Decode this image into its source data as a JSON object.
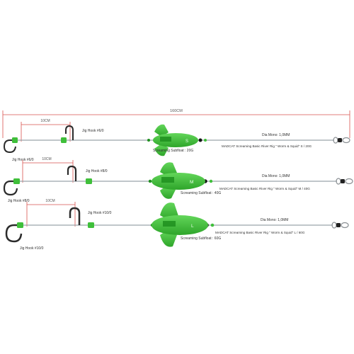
{
  "overall_length": "160CM",
  "colors": {
    "red_dim": "#d9534f",
    "line": "#9aa4aa",
    "green": "#3fbf3a",
    "green_dark": "#1f8f1f",
    "hook": "#2b2b2b"
  },
  "rigs": [
    {
      "size_letter": "S",
      "hook_spacing": "10CM",
      "hook_top": "Jig Hook #6/0",
      "hook_bottom": "Jig Hook #6/0",
      "float_label": "Screaming Subfloat : 20G",
      "mono_label": "Dia Mono: 1,0MM",
      "product_label": "MADCAT Screaming Basic River Rig \" Worm & Squid\" S / 20G"
    },
    {
      "size_letter": "M",
      "hook_spacing": "10CM",
      "hook_top": "Jig Hook #8/0",
      "hook_bottom": "Jig Hook #8/0",
      "float_label": "Screaming Subfloat : 40G",
      "mono_label": "Dia Mono: 1,0MM",
      "product_label": "MADCAT Screaming Basic River Rig \" Worm & Squid\" M / 40G"
    },
    {
      "size_letter": "L",
      "hook_spacing": "10CM",
      "hook_top": "Jig Hook #10/0",
      "hook_bottom": "Jig Hook #10/0",
      "float_label": "Screaming Subfloat : 60G",
      "mono_label": "Dia Mono: 1,0MM",
      "product_label": "MADCAT Screaming Basic River Rig \" Worm & Squid\" L / 60G"
    }
  ]
}
